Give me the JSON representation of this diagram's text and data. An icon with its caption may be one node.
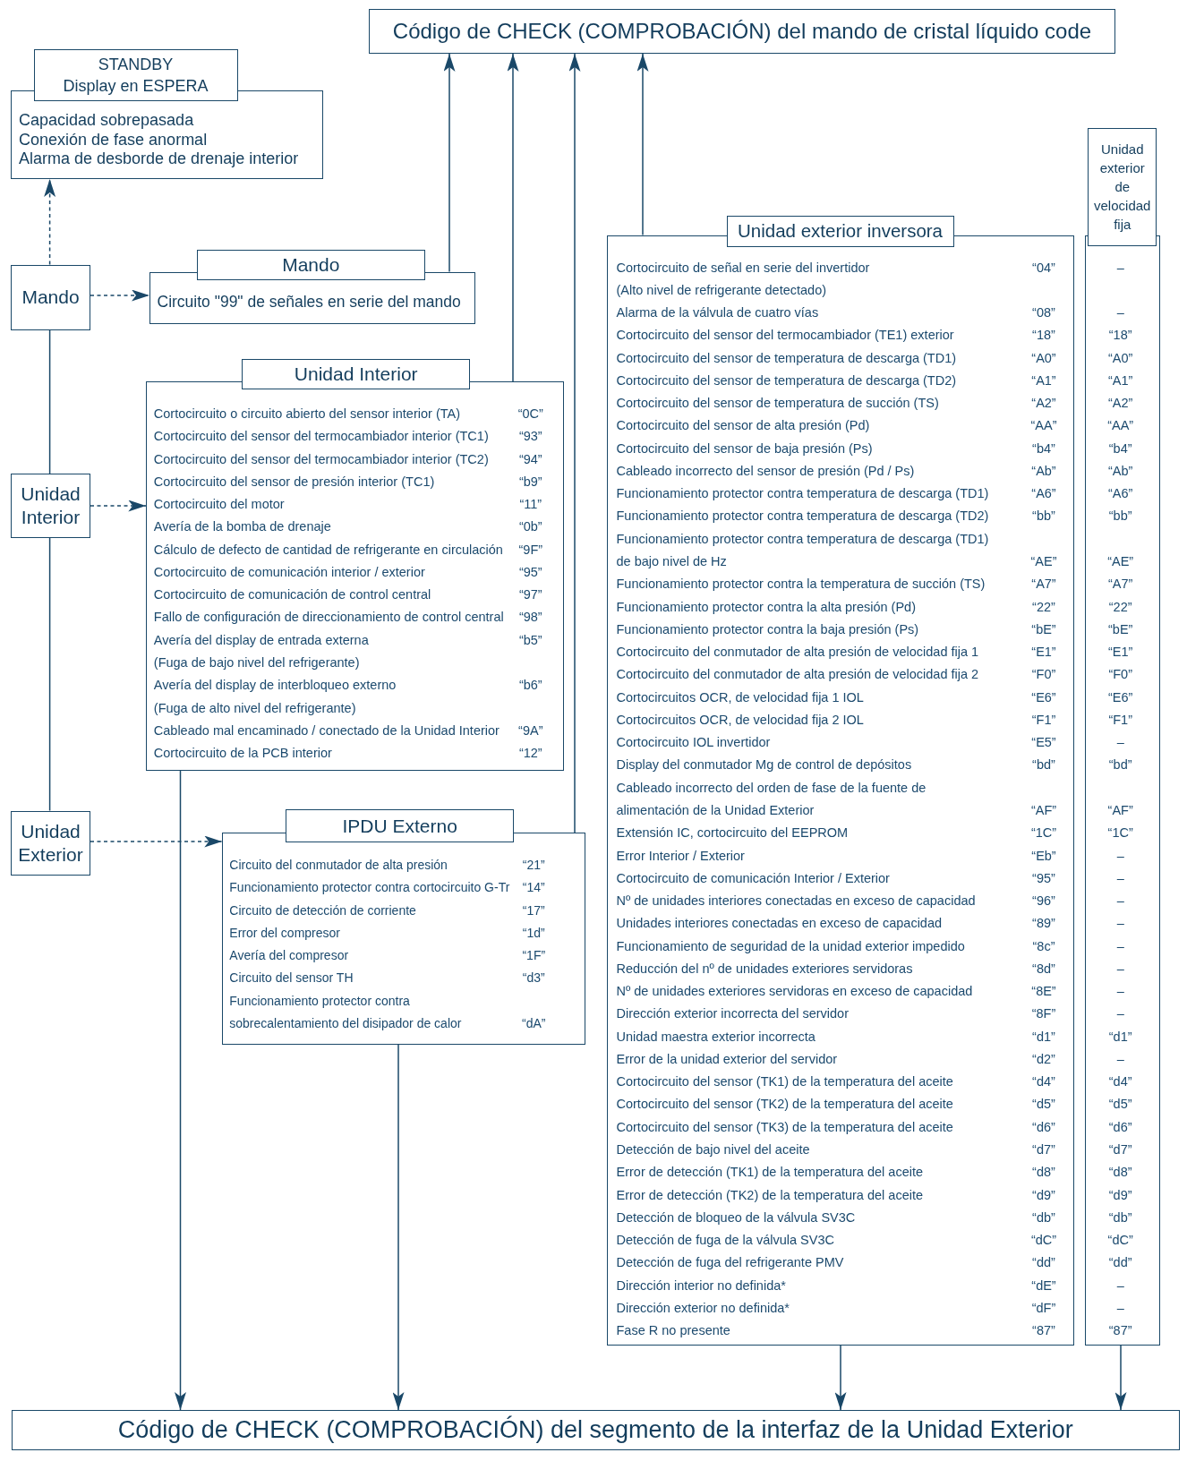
{
  "diagram": {
    "nodes": [
      {
        "text": [
          "Código de CHECK (COMPROBACIÓN) del mando de cristal líquido code"
        ]
      },
      {
        "text": [
          "STANDBY",
          "Display en ESPERA",
          "Capacidad sobrepasada",
          "Conexión de fase anormal",
          "Alarma de desborde de drenaje interior"
        ]
      },
      {
        "text": [
          "Mando"
        ]
      },
      {
        "text": [
          "Mando",
          "Circuito \"99\" de señales en serie del mando"
        ]
      },
      {
        "text": [
          "Unidad Interior"
        ]
      },
      {
        "text": [
          "Unidad Interior",
          "Cortocircuito o circuito abierto del sensor interior (TA)",
          "“0C”",
          "Cortocircuito del sensor del termocambiador interior (TC1)",
          "“93”",
          "Cortocircuito del sensor del termocambiador interior (TC2)",
          "“94”",
          "Cortocircuito del sensor de presión interior (TC1)",
          "“b9”",
          "Cortocircuito del motor",
          "“11”",
          "Avería de la bomba de drenaje",
          "“0b”",
          "Cálculo de defecto de cantidad de refrigerante en circulación",
          "“9F”",
          "Cortocircuito de comunicación interior / exterior",
          "“95”",
          "Cortocircuito de comunicación de control central",
          "“97”",
          "Fallo de configuración de direccionamiento de control central",
          "“98”",
          "Avería del display de entrada externa",
          "“b5”",
          "(Fuga de bajo nivel del refrigerante)",
          "Avería del display de interbloqueo externo",
          "“b6”",
          "(Fuga de alto nivel del refrigerante)",
          "Cableado mal encaminado / conectado de la Unidad Interior",
          "“9A”",
          "Cortocircuito de la PCB interior",
          "“12”"
        ]
      },
      {
        "text": [
          "Unidad Exterior"
        ]
      },
      {
        "text": [
          "IPDU Externo",
          "Circuito del conmutador de alta presión",
          "“21”",
          "Funcionamiento protector contra cortocircuito G-Tr",
          "“14”",
          "Circuito de detección de corriente",
          "“17”",
          "Error del compresor",
          "“1d”",
          "Avería del compresor",
          "“1F”",
          "Circuito del sensor TH",
          "“d3”",
          "Funcionamiento protector contra sobrecalentamiento del disipador de calor",
          "“dA”"
        ]
      },
      {
        "text": [
          "Unidad exterior inversora",
          "Cortocircuito de señal en serie del invertidor",
          "“04”",
          "(Alto nivel de refrigerante detectado)",
          "Alarma de la válvula de cuatro vías",
          "“08”",
          "Cortocircuito del sensor del termocambiador (TE1) exterior",
          "“18”",
          "Cortocircuito del sensor de temperatura de descarga (TD1)",
          "“A0”",
          "Cortocircuito del sensor de temperatura de descarga (TD2)",
          "“A1”",
          "Cortocircuito del sensor de temperatura de succión (TS)",
          "“A2”",
          "Cortocircuito del sensor de alta presión (Pd)",
          "“AA”",
          "Cortocircuito del sensor de baja presión (Ps)",
          "“b4”",
          "Cableado incorrecto del sensor de presión (Pd / Ps)",
          "“Ab”",
          "Funcionamiento protector contra temperatura de descarga (TD1)",
          "“A6”",
          "Funcionamiento protector contra temperatura de descarga (TD2)",
          "“bb”",
          "Funcionamiento protector contra temperatura de descarga (TD1) de bajo nivel de Hz",
          "“AE”",
          "Funcionamiento protector contra la temperatura de succión (TS)",
          "“A7”",
          "Funcionamiento protector contra la alta presión (Pd)",
          "“22”",
          "Funcionamiento protector contra la baja presión (Ps)",
          "“bE”",
          "Cortocircuito del conmutador de alta presión de velocidad fija 1",
          "“E1”",
          "Cortocircuito del conmutador de alta presión de velocidad fija 2",
          "“F0”",
          "Cortocircuitos OCR, de velocidad fija 1 IOL",
          "“E6”",
          "Cortocircuitos OCR, de velocidad fija 2 IOL",
          "“F1”",
          "Cortocircuito IOL invertidor",
          "“E5”",
          "Display del conmutador Mg de control de depósitos",
          "“bd”",
          "Cableado incorrecto del orden de fase de la fuente de alimentación de la Unidad Exterior",
          "“AF”",
          "Extensión IC, cortocircuito del EEPROM",
          "“1C”",
          "Error Interior / Exterior",
          "“Eb”",
          "Cortocircuito de comunicación Interior / Exterior",
          "“95”",
          "Nº de unidades interiores conectadas en exceso de capacidad",
          "“96”",
          "Unidades interiores conectadas en exceso de capacidad",
          "“89”",
          "Funcionamiento de seguridad de la unidad exterior impedido",
          "“8c”",
          "Reducción del nº de unidades exteriores servidoras",
          "“8d”",
          "Nº de unidades exteriores servidoras en exceso de capacidad",
          "“8E”",
          "Dirección exterior incorrecta del servidor",
          "“8F”",
          "Unidad maestra exterior incorrecta",
          "“d1”",
          "Error de la unidad exterior del servidor",
          "“d2”",
          "Cortocircuito del sensor (TK1) de la temperatura del aceite",
          "“d4”",
          "Cortocircuito del sensor (TK2) de la temperatura del aceite",
          "“d5”",
          "Cortocircuito del sensor (TK3) de la temperatura del aceite",
          "“d6”",
          "Detección de bajo nivel del aceite",
          "“d7”",
          "Error de detección (TK1) de la temperatura del aceite",
          "“d8”",
          "Error de detección (TK2) de la temperatura del aceite",
          "“d9”",
          "Detección de bloqueo de la válvula SV3C",
          "“db”",
          "Detección de fuga de la válvula SV3C",
          "“dC”",
          "Detección de fuga del refrigerante PMV",
          "“dd”",
          "Dirección interior no definida*",
          "“dE”",
          "Dirección exterior no definida*",
          "“dF”",
          "Fase R no presente",
          "“87”"
        ]
      },
      {
        "text": [
          "Unidad exterior de velocidad fija",
          "–",
          "–",
          "“18”",
          "“A0”",
          "“A1”",
          "“A2”",
          "“AA”",
          "“b4”",
          "“Ab”",
          "“A6”",
          "“bb”",
          "“AE”",
          "“A7”",
          "“22”",
          "“bE”",
          "“E1”",
          "“F0”",
          "“E6”",
          "“F1”",
          "–",
          "“bd”",
          "“AF”",
          "“1C”",
          "–",
          "–",
          "–",
          "–",
          "–",
          "–",
          "–",
          "–",
          "“d1”",
          "–",
          "“d4”",
          "“d5”",
          "“d6”",
          "“d7”",
          "“d8”",
          "“d9”",
          "“db”",
          "“dC”",
          "“dd”",
          "–",
          "–",
          "“87”"
        ]
      },
      {
        "text": [
          "Código de CHECK (COMPROBACIÓN) del segmento de la interfaz de la Unidad Exterior"
        ]
      }
    ],
    "edges": [
      {
        "from": 2,
        "to": 1,
        "arrow": "to",
        "style": "dashed"
      },
      {
        "from": 2,
        "to": 3,
        "arrow": "to",
        "style": "dashed"
      },
      {
        "from": 4,
        "to": 5,
        "arrow": "to",
        "style": "dashed"
      },
      {
        "from": 6,
        "to": 7,
        "arrow": "to",
        "style": "dashed"
      },
      {
        "from": 2,
        "to": 4,
        "arrow": "none"
      },
      {
        "from": 4,
        "to": 6,
        "arrow": "none"
      },
      {
        "from": 3,
        "to": 0,
        "arrow": "to"
      },
      {
        "from": 5,
        "to": 0,
        "arrow": "to"
      },
      {
        "from": 7,
        "to": 0,
        "arrow": "to"
      },
      {
        "from": 8,
        "to": 0,
        "arrow": "to"
      },
      {
        "from": 5,
        "to": 10,
        "arrow": "to"
      },
      {
        "from": 7,
        "to": 10,
        "arrow": "to"
      },
      {
        "from": 8,
        "to": 10,
        "arrow": "to"
      },
      {
        "from": 9,
        "to": 10,
        "arrow": "to"
      }
    ]
  }
}
